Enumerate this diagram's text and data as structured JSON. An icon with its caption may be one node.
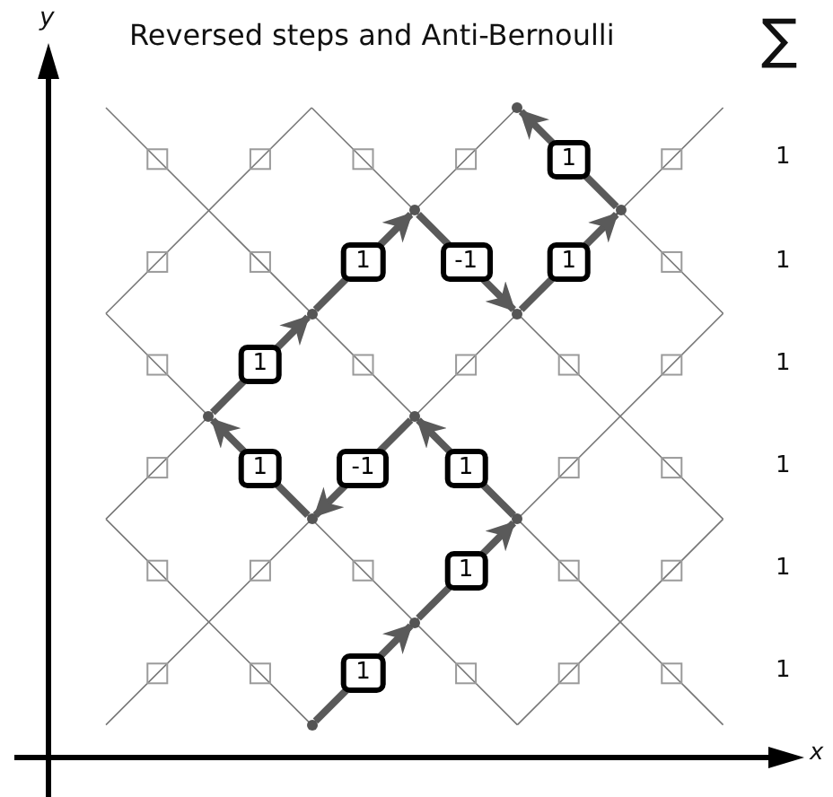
{
  "diagram": {
    "title": "Reversed steps and Anti-Bernoulli",
    "nodes": [
      {
        "text": [],
        "shape": "dot"
      },
      {
        "text": [],
        "shape": "dot"
      },
      {
        "text": [],
        "shape": "dot"
      },
      {
        "text": [],
        "shape": "dot"
      },
      {
        "text": [],
        "shape": "dot"
      },
      {
        "text": [],
        "shape": "dot"
      },
      {
        "text": [],
        "shape": "dot"
      },
      {
        "text": [],
        "shape": "dot"
      },
      {
        "text": [],
        "shape": "dot"
      },
      {
        "text": [],
        "shape": "dot"
      },
      {
        "text": [],
        "shape": "dot"
      }
    ],
    "edges": [
      {
        "from": 10,
        "to": 9,
        "arrow": "to",
        "label": "1"
      },
      {
        "from": 9,
        "to": 8,
        "arrow": "to",
        "label": "1"
      },
      {
        "from": 8,
        "to": 6,
        "arrow": "to",
        "label": "1"
      },
      {
        "from": 6,
        "to": 7,
        "arrow": "to",
        "label": "-1"
      },
      {
        "from": 7,
        "to": 5,
        "arrow": "to",
        "label": "1"
      },
      {
        "from": 5,
        "to": 3,
        "arrow": "to",
        "label": "1"
      },
      {
        "from": 3,
        "to": 1,
        "arrow": "to",
        "label": "1"
      },
      {
        "from": 1,
        "to": 4,
        "arrow": "to",
        "label": "-1"
      },
      {
        "from": 4,
        "to": 2,
        "arrow": "to",
        "label": "1"
      },
      {
        "from": 2,
        "to": 0,
        "arrow": "to",
        "label": "1"
      }
    ],
    "labels": [
      "y",
      "∑",
      "1",
      "1",
      "1",
      "1",
      "1",
      "1",
      "x"
    ]
  }
}
